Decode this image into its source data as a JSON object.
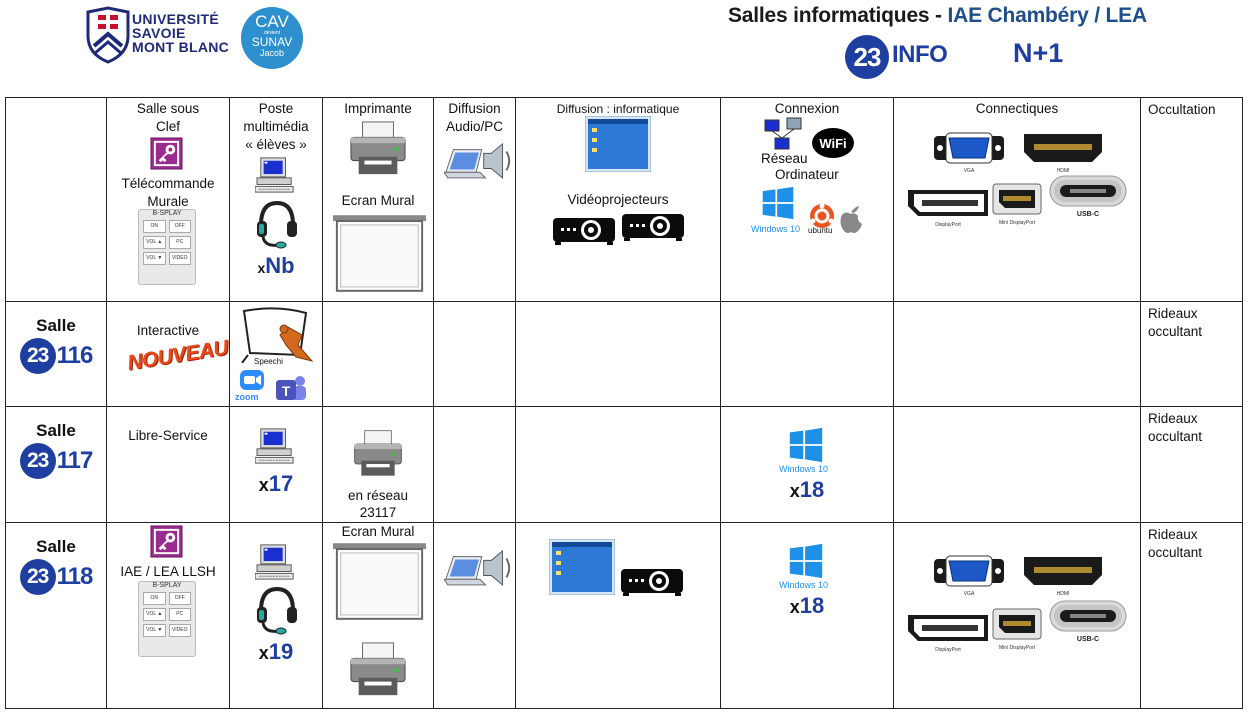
{
  "header": {
    "university": [
      "UNIVERSITÉ",
      "SAVOIE",
      "MONT BLANC"
    ],
    "cav_logo": {
      "l1": "CAV",
      "l2": "devient",
      "l3": "SUNAV",
      "l4": "Jacob"
    },
    "title_main": "Salles informatiques - ",
    "title_accent": "IAE Chambéry / LEA",
    "building_number": "23",
    "building_label": "INFO",
    "floor": "N+1"
  },
  "columns": {
    "clef": [
      "Salle sous",
      "Clef"
    ],
    "telecommande": [
      "Télécommande",
      "Murale"
    ],
    "poste": [
      "Poste",
      "multimédia",
      "« élèves »"
    ],
    "poste_count_prefix": "x",
    "poste_count": "Nb",
    "imprimante": "Imprimante",
    "ecran": "Ecran Mural",
    "diffusion_audio": [
      "Diffusion",
      "Audio/PC"
    ],
    "diffusion_info": "Diffusion : informatique",
    "videoprojecteurs": "Vidéoprojecteurs",
    "connexion": "Connexion",
    "reseau": "Réseau",
    "ordinateur": "Ordinateur",
    "connectiques": "Connectiques",
    "occultation": "Occultation"
  },
  "os_labels": {
    "windows": "Windows 10",
    "ubuntu": "ubuntu"
  },
  "connectors": {
    "vga": "VGA",
    "hdmi": "HDMI",
    "displayport": "DisplayPort",
    "mini_dp": "Mini DisplayPort",
    "usbc": "USB-C"
  },
  "remote_buttons": {
    "top": "B-SPLAY",
    "on": "ON",
    "off": "OFF",
    "vol_up": "VOL ▲",
    "pc": "PC",
    "vol_down": "VOL ▼",
    "video": "VIDEO"
  },
  "rooms": [
    {
      "salle": "Salle",
      "badge": "23",
      "number": "116",
      "clef_text": "Interactive",
      "new_tag": "NOUVEAU",
      "tbi_label": "Speechi",
      "zoom_label": "zoom",
      "occultation": [
        "Rideaux",
        "occultant"
      ]
    },
    {
      "salle": "Salle",
      "badge": "23",
      "number": "117",
      "clef_text": "Libre-Service",
      "poste_count": "17",
      "printer_caption": [
        "en réseau",
        "23117"
      ],
      "win_count": "18",
      "occultation": [
        "Rideaux",
        "occultant"
      ]
    },
    {
      "salle": "Salle",
      "badge": "23",
      "number": "118",
      "clef_text": "IAE / LEA LLSH",
      "poste_count": "19",
      "ecran": "Ecran Mural",
      "win_count": "18",
      "occultation": [
        "Rideaux",
        "occultant"
      ]
    }
  ]
}
